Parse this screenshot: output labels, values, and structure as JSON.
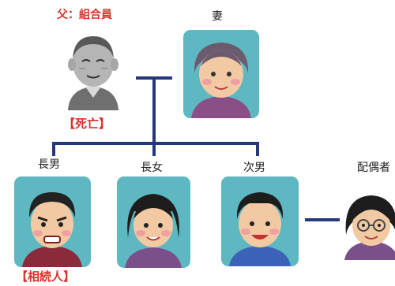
{
  "father": {
    "caption": "父：組合員",
    "status": "【死亡】"
  },
  "wife": {
    "caption": "妻"
  },
  "eldest_son": {
    "caption": "長男",
    "status": "【相続人】"
  },
  "eldest_daughter": {
    "caption": "長女"
  },
  "second_son": {
    "caption": "次男"
  },
  "spouse": {
    "caption": "配偶者"
  },
  "colors": {
    "tile": "#5eb8c2",
    "line": "#27377d",
    "red_text": "#d8322a"
  },
  "icons": [
    "elderly-man-icon",
    "elderly-woman-icon",
    "angry-man-icon",
    "woman-icon",
    "smiling-man-icon",
    "woman-with-glasses-icon"
  ]
}
